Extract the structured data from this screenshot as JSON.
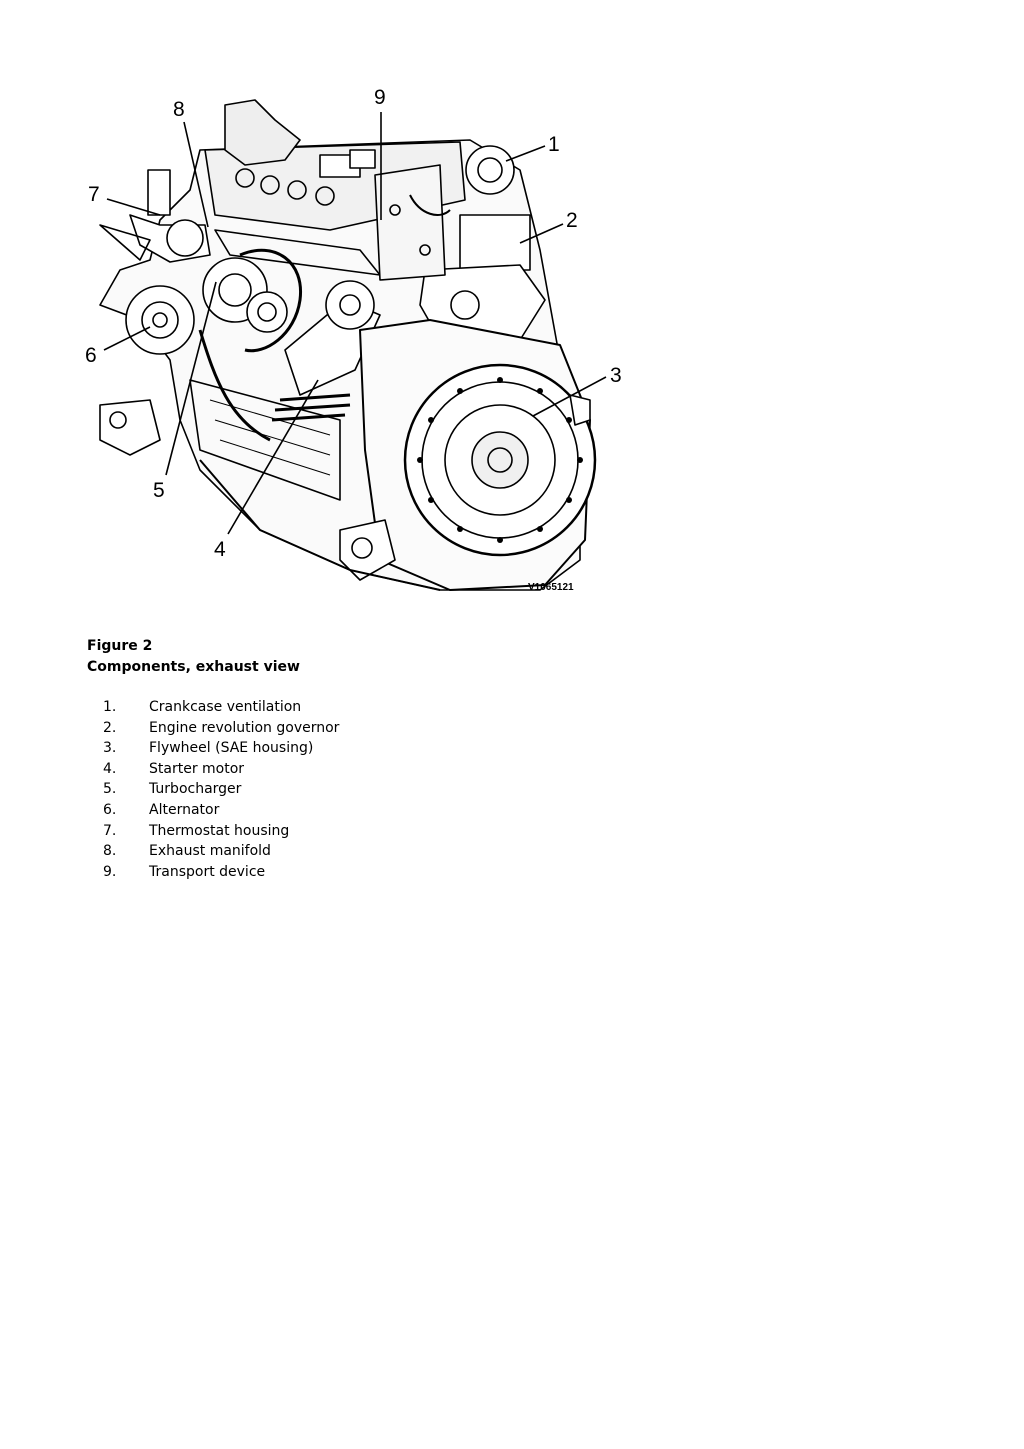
{
  "figure": {
    "image_id": "V1065121",
    "callouts": [
      "1",
      "2",
      "3",
      "4",
      "5",
      "6",
      "7",
      "8",
      "9"
    ]
  },
  "caption": {
    "figure_label": "Figure 2",
    "title": "Components, exhaust view"
  },
  "legend": [
    {
      "num": "1.",
      "label": "Crankcase ventilation"
    },
    {
      "num": "2.",
      "label": "Engine revolution governor"
    },
    {
      "num": "3.",
      "label": "Flywheel (SAE housing)"
    },
    {
      "num": "4.",
      "label": "Starter motor"
    },
    {
      "num": "5.",
      "label": "Turbocharger"
    },
    {
      "num": "6.",
      "label": "Alternator"
    },
    {
      "num": "7.",
      "label": "Thermostat housing"
    },
    {
      "num": "8.",
      "label": "Exhaust manifold"
    },
    {
      "num": "9.",
      "label": "Transport device"
    }
  ]
}
